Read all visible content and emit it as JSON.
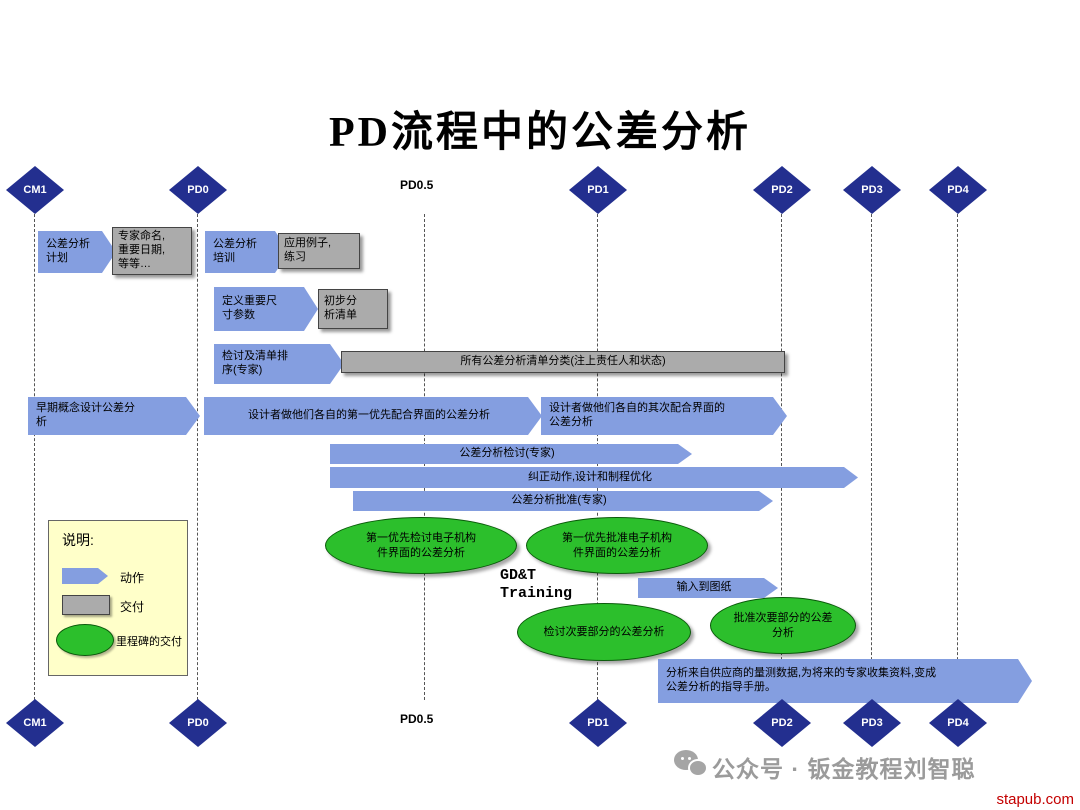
{
  "title": "PD流程中的公差分析",
  "milestones_top": [
    "CM1",
    "PD0",
    "PD0.5",
    "PD1",
    "PD2",
    "PD3",
    "PD4"
  ],
  "milestones_bottom": [
    "CM1",
    "PD0",
    "PD0.5",
    "PD1",
    "PD2",
    "PD3",
    "PD4"
  ],
  "actions": {
    "plan": "公差分析\n计划",
    "training": "公差分析\n培训",
    "define_params": "定义重要尺\n寸参数",
    "review_sort": "检讨及清单排\n序(专家)",
    "early_concept": "早期概念设计公差分\n析",
    "first_priority": "设计者做他们各自的第一优先配合界面的公差分析",
    "second_priority": "设计者做他们各自的其次配合界面的\n公差分析",
    "analysis_review": "公差分析检讨(专家)",
    "corrective": "纠正动作,设计和制程优化",
    "analysis_approve": "公差分析批准(专家)",
    "input_drawing": "输入到图纸",
    "supplier_data": "分析来自供应商的量测数据,为将来的专家收集资料,变成\n公差分析的指导手册。"
  },
  "deliverables": {
    "experts_named": "专家命名,\n重要日期,\n等等…",
    "examples": "应用例子,\n练习",
    "initial_list": "初步分\n析清单",
    "all_list": "所有公差分析清单分类(注上责任人和状态)"
  },
  "milestone_deliverables": {
    "review_first": "第一优先检讨电子机构\n件界面的公差分析",
    "approve_first": "第一优先批准电子机构\n件界面的公差分析",
    "review_secondary": "检讨次要部分的公差分析",
    "approve_secondary": "批准次要部分的公差\n分析"
  },
  "annotations": {
    "gdt_training": "GD&T\nTraining"
  },
  "legend": {
    "title": "说明:",
    "action": "动作",
    "deliverable": "交付",
    "milestone_deliverable": "里程碑的交付"
  },
  "watermark": {
    "text": "公众号 · 钣金教程刘智聪",
    "site": "stapub.com"
  },
  "colors": {
    "action_fill": "#849EE0",
    "deliverable_fill": "#ABABAB",
    "milestone_fill": "#2CBF2C",
    "diamond_fill": "#232F8F",
    "legend_bg": "#FFFFC9"
  }
}
